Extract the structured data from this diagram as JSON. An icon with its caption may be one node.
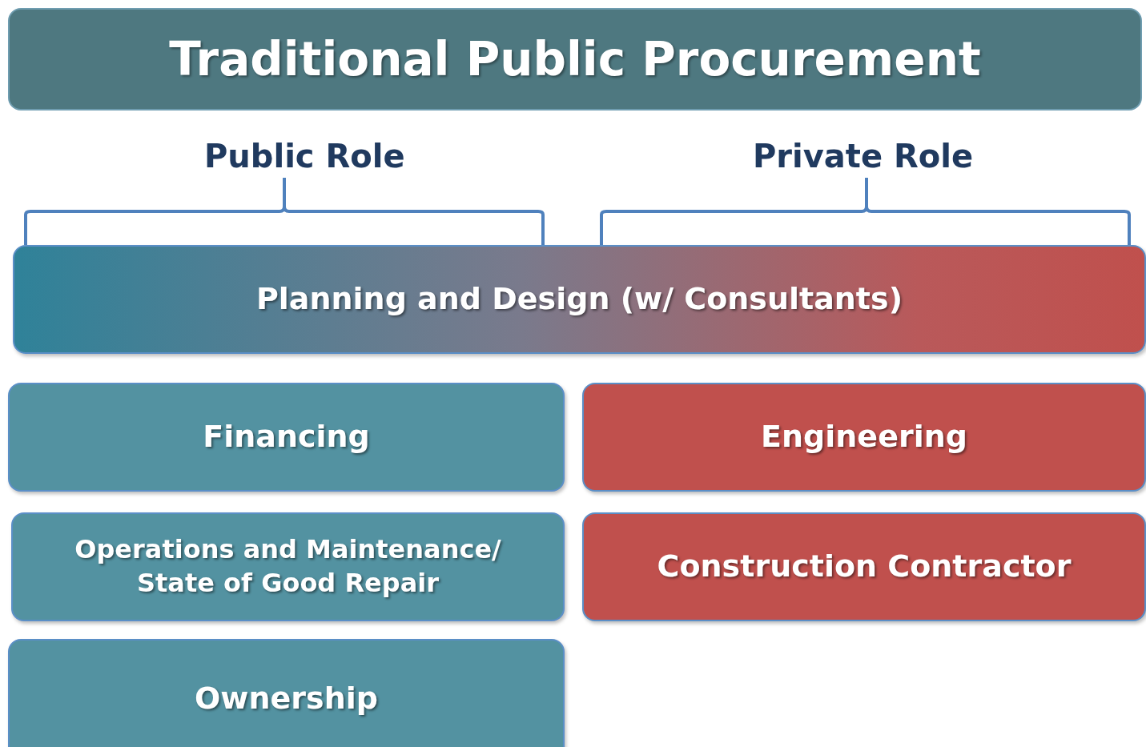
{
  "diagram": {
    "title": "Traditional Public Procurement",
    "nodes": [
      {
        "text": [
          "Planning and Design (w/ Consultants)"
        ]
      },
      {
        "text": [
          "Financing"
        ]
      },
      {
        "text": [
          "Engineering"
        ]
      },
      {
        "text": [
          "Operations and Maintenance/ State of Good Repair"
        ]
      },
      {
        "text": [
          "Construction Contractor"
        ]
      },
      {
        "text": [
          "Ownership"
        ]
      }
    ],
    "edges": [],
    "labels": [
      "Public Role",
      "Private Role"
    ]
  }
}
